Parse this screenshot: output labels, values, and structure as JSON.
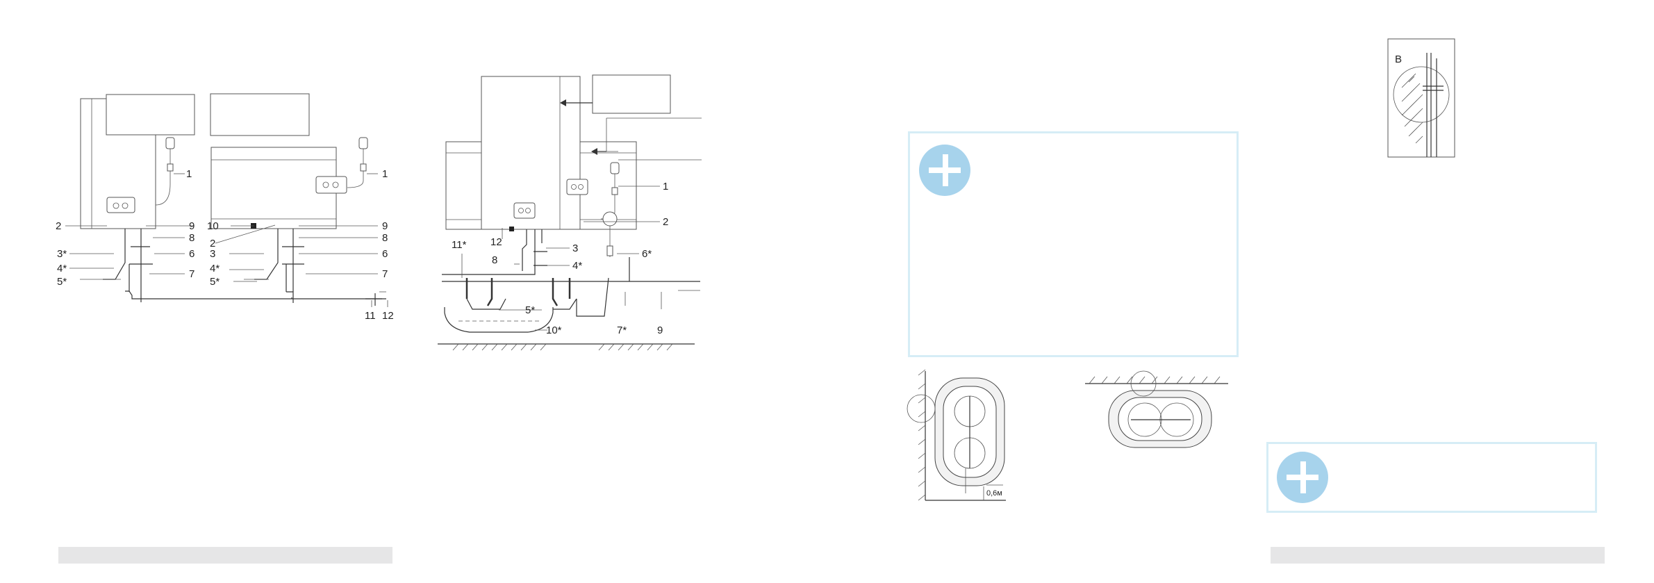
{
  "figure_left": {
    "labels": [
      "1",
      "2",
      "3*",
      "4*",
      "5*",
      "9",
      "8",
      "6",
      "7",
      "10",
      "2",
      "3",
      "4*",
      "5*",
      "1",
      "9",
      "8",
      "6",
      "7",
      "11",
      "12"
    ]
  },
  "figure_middle": {
    "labels": [
      "1",
      "2",
      "3",
      "4*",
      "6*",
      "11*",
      "12",
      "8",
      "5*",
      "10*",
      "7*",
      "9"
    ]
  },
  "figure_bottom_left": {
    "clearance_label": "0,6м"
  },
  "figure_detail_b": {
    "label": "B"
  },
  "colors": {
    "accent": "#a7d3ec",
    "note_border": "#d6edf6",
    "footer_bar": "#e6e6e7"
  },
  "icons": [
    "plus-icon",
    "plus-icon"
  ]
}
